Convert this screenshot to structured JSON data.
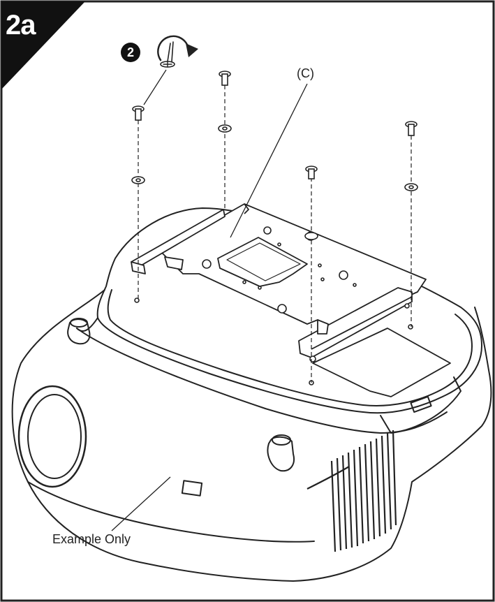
{
  "step": {
    "label": "2a",
    "badge_number": "2"
  },
  "callouts": {
    "part": "(C)",
    "note": "Example Only"
  },
  "icons": {
    "tighten": "screwdriver-tighten-clockwise-icon"
  },
  "colors": {
    "ink": "#222222",
    "banner": "#111111",
    "paper": "#ffffff"
  }
}
